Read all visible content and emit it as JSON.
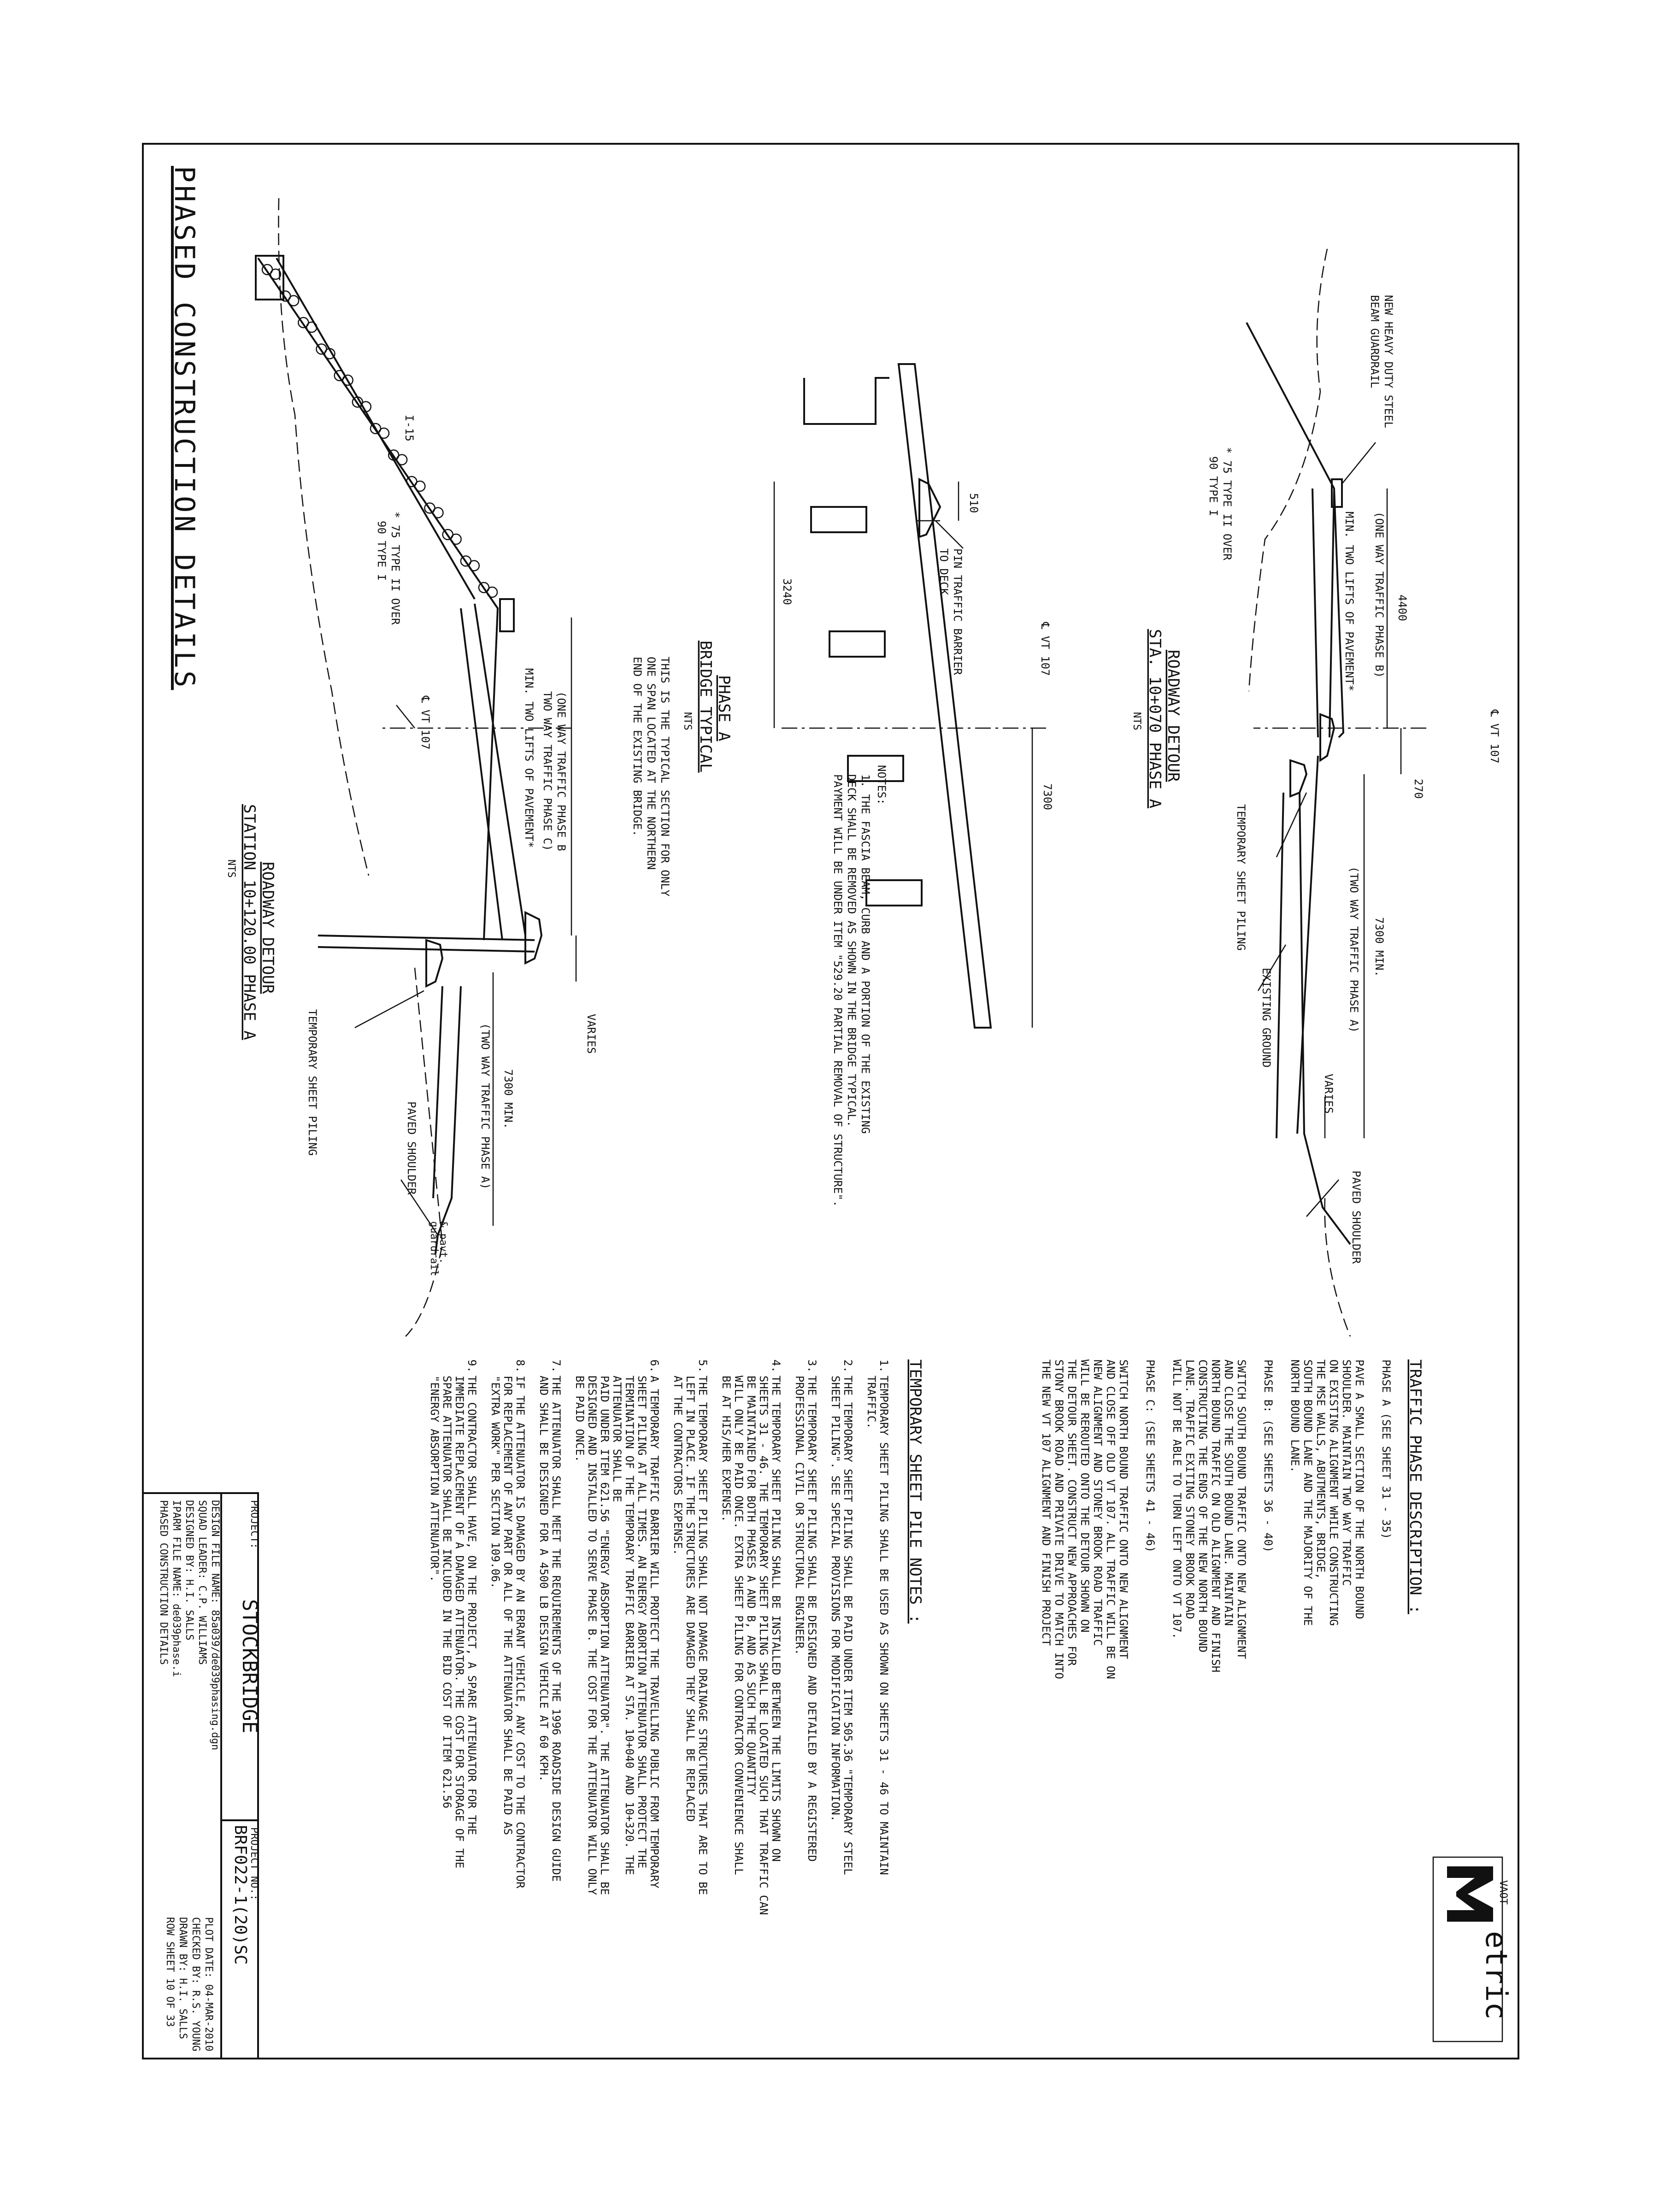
{
  "sheet_title": "PHASED CONSTRUCTION DETAILS",
  "logo": {
    "main": "etric",
    "small": "VAOT",
    "mark": "M"
  },
  "title_block": {
    "project_label": "PROJECT:",
    "project_name": "STOCKBRIDGE",
    "project_no_label": "PROJECT NO.:",
    "project_no": "BRF022-1(20)SC",
    "lines": [
      "DESIGN FILE NAME: 85a039/de039phasing.dgn",
      "SQUAD LEADER: C.P. WILLIAMS",
      "DESIGNED BY: H.I. SALLS",
      "IPARM FILE NAME: de039phase.i",
      "PHASED CONSTRUCTION DETAILS"
    ],
    "right_lines": [
      "PLOT DATE: 04-MAR-2010",
      "CHECKED BY: R.S. YOUNG",
      "DRAWN BY: H.I. SALLS",
      "ROW SHEET  10  OF  33"
    ]
  },
  "traffic_phase": {
    "heading": "TRAFFIC PHASE DESCRIPTION :",
    "paragraphs": [
      [
        "PHASE A  (SEE SHEET 31 - 35)"
      ],
      [
        "PAVE A SMALL SECTION OF THE NORTH BOUND",
        "SHOULDER. MAINTAIN TWO WAY TRAFFIC",
        "ON EXISTING ALIGNMENT WHILE CONSTRUCTING",
        "THE MSE WALLS, ABUTMENTS, BRIDGE,",
        "SOUTH BOUND LANE AND THE MAJORITY OF THE",
        "NORTH BOUND LANE."
      ],
      [
        "PHASE B:  (SEE SHEETS 36 - 40)"
      ],
      [
        "SWITCH SOUTH BOUND TRAFFIC ONTO NEW ALIGNMENT",
        "AND CLOSE THE SOUTH BOUND LANE. MAINTAIN",
        "NORTH BOUND TRAFFIC ON OLD ALIGNMENT AND FINISH",
        "CONSTRUCTING THE ENDS OF THE NEW NORTH BOUND",
        "LANE. TRAFFIC EXITING STONEY BROOK ROAD",
        "WILL NOT BE ABLE TO TURN LEFT ONTO VT 107."
      ],
      [
        "PHASE C:  (SEE SHEETS 41 - 46)"
      ],
      [
        "SWITCH NORTH BOUND TRAFFIC ONTO NEW ALIGNMENT",
        "AND CLOSE OFF OLD VT 107. ALL TRAFFIC WILL BE ON",
        "NEW ALIGNMENT AND STONEY BROOK ROAD TRAFFIC",
        "WILL BE REROUTED ONTO THE DETOUR SHOWN ON",
        "THE DETOUR SHEET. CONSTRUCT NEW APPROACHES FOR",
        "STONY BROOK ROAD AND PRIVATE DRIVE TO MATCH INTO",
        "THE NEW VT 107 ALIGNMENT AND FINISH PROJECT"
      ]
    ]
  },
  "sheet_pile_notes": {
    "heading": "TEMPORARY SHEET PILE NOTES :",
    "notes": [
      [
        "1.",
        "TEMPORARY SHEET PILING SHALL BE USED AS SHOWN ON SHEETS 31 - 46 TO MAINTAIN",
        "TRAFFIC."
      ],
      [
        "2.",
        "THE TEMPORARY SHEET PILING SHALL BE PAID UNDER ITEM 505.36 \"TEMPORARY STEEL",
        "SHEET PILING\". SEE SPECIAL PROVISIONS FOR MODIFICATION INFORMATION."
      ],
      [
        "3.",
        "THE TEMPORARY SHEET PILING SHALL BE DESIGNED AND DETAILED BY A REGISTERED",
        "PROFESSIONAL CIVIL OR STRUCTURAL ENGINEER."
      ],
      [
        "4.",
        "THE TEMPORARY SHEET PILING SHALL BE INSTALLED BETWEEN THE LIMITS SHOWN ON",
        "SHEETS 31 - 46. THE TEMPORARY SHEET PILING SHALL BE LOCATED SUCH THAT TRAFFIC CAN",
        "BE MAINTAINED FOR BOTH PHASES A AND B, AND AS SUCH THE QUANTITY",
        "WILL ONLY BE PAID ONCE. EXTRA SHEET PILING FOR CONTRACTOR CONVENIENCE SHALL",
        "BE AT HIS/HER EXPENSE."
      ],
      [
        "5.",
        "THE TEMPORARY SHEET PILING SHALL NOT DAMAGE DRAINAGE STRUCTURES THAT ARE TO BE",
        "LEFT IN PLACE. IF THE STRUCTURES ARE DAMAGED THEY SHALL BE REPLACED",
        "AT THE CONTRACTORS EXPENSE."
      ],
      [
        "6.",
        "A TEMPORARY TRAFFIC BARRIER WILL PROTECT THE TRAVELLING PUBLIC FROM TEMPORARY",
        "SHEET PILING AT ALL TIMES. AN ENERGY ABORTION ATTENUATOR SHALL PROTECT THE",
        "TERMINATION OF THE TEMPORARY TRAFFIC BARRIER AT STA. 10+040 AND 10+320. THE",
        "ATTENUATOR SHALL BE",
        "PAID UNDER ITEM 621.56 \"ENERGY ABSORPTION ATTENUATOR\". THE ATTENUATOR SHALL BE",
        "DESIGNED AND INSTALLED TO SERVE PHASE B. THE COST FOR THE ATTENUATOR WILL ONLY",
        "BE PAID ONCE."
      ],
      [
        "7.",
        "THE ATTENUATOR SHALL MEET THE REQUIREMENTS OF THE 1996 ROADSIDE DESIGN GUIDE",
        "AND SHALL BE DESIGNED FOR A 4500 LB DESIGN VEHICLE AT 60 KPH."
      ],
      [
        "8.",
        "IF THE ATTENUATOR IS DAMAGED BY AN ERRANT VEHICLE, ANY COST TO THE CONTRACTOR",
        "FOR REPLACEMENT OF ANY PART OR ALL OF THE ATTENUATOR SHALL BE PAID AS",
        "\"EXTRA WORK\" PER SECTION 109.06."
      ],
      [
        "9.",
        "THE CONTRACTOR SHALL HAVE, ON THE PROJECT, A SPARE ATTENUATOR FOR THE",
        "IMMEDIATE REPLACEMENT OF A DAMAGED ATTENUATOR. THE COST FOR STORAGE OF THE",
        "SPARE ATTENUATOR SHALL BE INCLUDED IN THE BID COST OF ITEM 621.56",
        "\"ENERGY ABSORPTION ATTENUATOR\"."
      ]
    ]
  },
  "detail_1": {
    "title": "ROADWAY DETOUR",
    "subtitle": "STA. 10+070 PHASE A",
    "scale": "NTS",
    "labels": {
      "guardrail": [
        "NEW HEAVY DUTY STEEL",
        "BEAM GUARDRAIL"
      ],
      "dim_top": "4400",
      "one_way": "(ONE WAY TRAFFIC PHASE B)",
      "lifts": "MIN. TWO LIFTS OF PAVEMENT*",
      "pavement_note": [
        "* 75 TYPE II OVER",
        "90 TYPE I"
      ],
      "cl": "℄ VT 107",
      "dim_270": "270",
      "sheet_piling": "TEMPORARY SHEET PILING",
      "dim_7300": "7300 MIN.",
      "two_way": "(TWO WAY TRAFFIC PHASE A)",
      "existing_ground": "EXISTING GROUND",
      "varies": "VARIES",
      "paved_shoulder": "PAVED SHOULDER"
    }
  },
  "detail_2": {
    "title": "PHASE A",
    "subtitle": "BRIDGE TYPICAL",
    "scale": "NTS",
    "labels": {
      "dim_510": "510",
      "pin_barrier": [
        "PIN TRAFFIC BARRIER",
        "TO DECK"
      ],
      "cl": "℄ VT 107",
      "dim_3240": "3240",
      "dim_7300": "7300",
      "notes_head": "NOTES:",
      "notes": [
        "1.  THE FASCIA BEAM, CURB AND A PORTION OF THE EXISTING",
        "DECK SHALL BE REMOVED AS SHOWN IN THE BRIDGE TYPICAL.",
        "PAYMENT WILL BE UNDER ITEM \"529.20 PARTIAL REMOVAL OF STRUCTURE\"."
      ],
      "typical_note": [
        "THIS IS THE TYPICAL SECTION FOR ONLY",
        "ONE SPAN LOCATED AT THE NORTHERN",
        "END OF THE EXISTING BRIDGE."
      ]
    }
  },
  "detail_3": {
    "title": "ROADWAY DETOUR",
    "subtitle": "STATION 10+120.00 PHASE A",
    "scale": "NTS",
    "labels": {
      "i15": "I-15",
      "pavement_note": [
        "* 75 TYPE II OVER",
        "90 TYPE I"
      ],
      "cl": "℄ VT 107",
      "one_way": [
        "(ONE WAY TRAFFIC PHASE B",
        "TWO WAY TRAFFIC PHASE C)"
      ],
      "lifts": "MIN. TWO LIFTS OF PAVEMENT*",
      "varies": "VARIES",
      "dim_7300": "7300 MIN.",
      "two_way": "(TWO WAY TRAFFIC PHASE A)",
      "sheet_piling": "TEMPORARY SHEET PILING",
      "paved_shoulder": "PAVED SHOULDER",
      "pvmt": [
        "& pavt.",
        "guardrail"
      ]
    }
  }
}
